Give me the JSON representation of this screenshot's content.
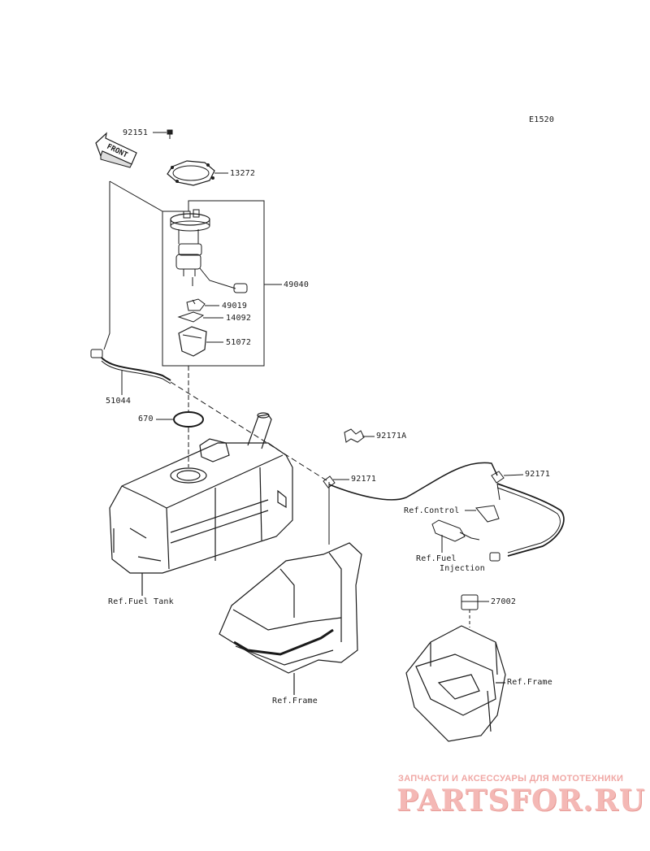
{
  "diagram_code": "E1520",
  "direction_arrow": "FRONT",
  "parts": [
    {
      "id": "p-92151",
      "label": "92151"
    },
    {
      "id": "p-13272",
      "label": "13272"
    },
    {
      "id": "p-49040",
      "label": "49040"
    },
    {
      "id": "p-49019",
      "label": "49019"
    },
    {
      "id": "p-14092",
      "label": "14092"
    },
    {
      "id": "p-51072",
      "label": "51072"
    },
    {
      "id": "p-51044",
      "label": "51044"
    },
    {
      "id": "p-670",
      "label": "670"
    },
    {
      "id": "p-92171a",
      "label": "92171A"
    },
    {
      "id": "p-92171-left",
      "label": "92171"
    },
    {
      "id": "p-92171-right",
      "label": "92171"
    },
    {
      "id": "p-27002",
      "label": "27002"
    }
  ],
  "references": {
    "fuel_tank": "Ref.Fuel Tank",
    "control": "Ref.Control",
    "fuel_injection_line1": "Ref.Fuel",
    "fuel_injection_line2": "Injection",
    "frame_left": "Ref.Frame",
    "frame_right": "Ref.Frame"
  },
  "watermark": {
    "line1": "ЗАПЧАСТИ И АКСЕССУАРЫ ДЛЯ МОТОТЕХНИКИ",
    "line2": "PARTSFOR.RU"
  },
  "colors": {
    "line": "#1a1a1a",
    "background": "#ffffff",
    "watermark": "#f0a7a4"
  }
}
